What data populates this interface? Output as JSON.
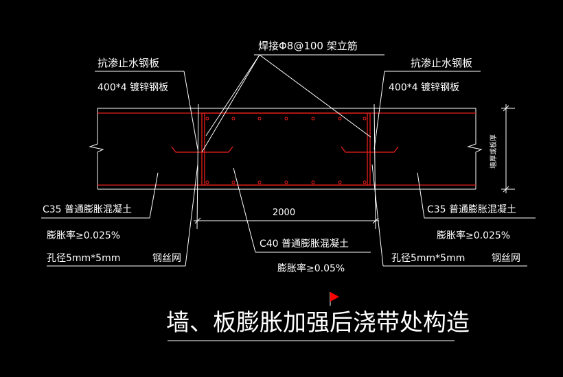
{
  "colors": {
    "background": "#000000",
    "linework": "#ffffff",
    "rebar": "#e8201c",
    "flag": "#ff0000"
  },
  "title": "墙、板膨胀加强后浇带处构造",
  "labels": {
    "weld_rebar": "焊接Φ8@100  架立筋",
    "left_plate": "抗渗止水钢板",
    "left_plate_spec": "400*4  镀锌钢板",
    "right_plate": "抗渗止水钢板",
    "right_plate_spec": "400*4  镀锌钢板",
    "thickness": "墙厚或板厚",
    "dimension": "2000",
    "left_concrete": "C35  普通膨胀混凝土",
    "left_rate": "膨胀率≥0.025%",
    "left_hole": "孔径5mm*5mm",
    "left_mesh": "钢丝网",
    "center_concrete": "C40  普通膨胀混凝土",
    "center_rate": "膨胀率≥0.05%",
    "right_concrete": "C35  普通膨胀混凝土",
    "right_rate": "膨胀率≥0.025%",
    "right_hole": "孔径5mm*5mm",
    "right_mesh": "钢丝网"
  },
  "icons": [
    "flag-icon"
  ]
}
